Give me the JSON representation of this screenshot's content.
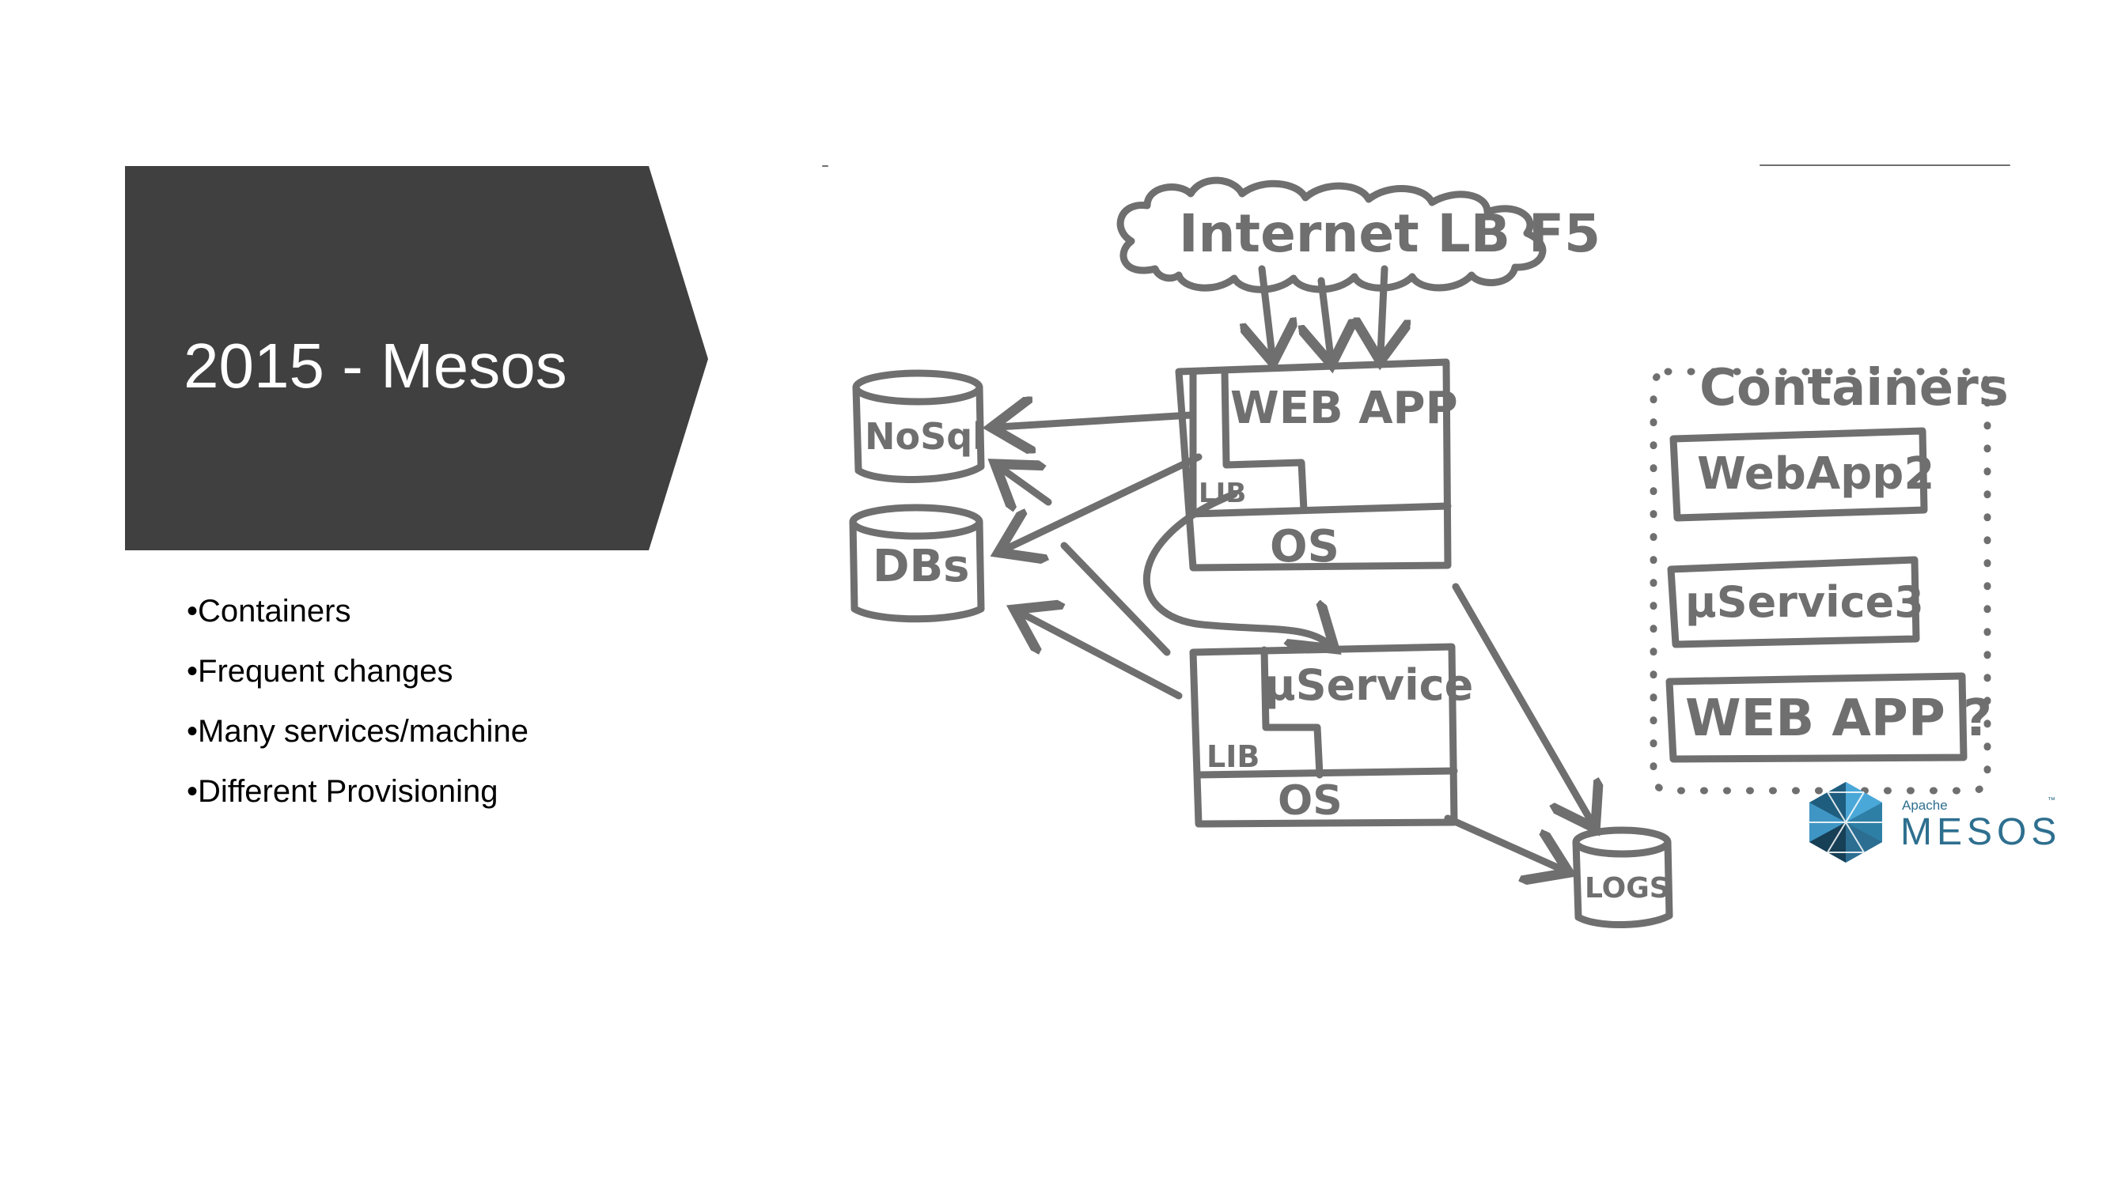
{
  "slide": {
    "title": "2015 - Mesos",
    "bullets": [
      "•Containers",
      "•Frequent changes",
      "•Many services/machine",
      "•Different Provisioning"
    ]
  },
  "diagram": {
    "cloud_label": "Internet LB F5",
    "web_app": {
      "label": "WEB APP",
      "lib": "LIB",
      "os": "OS"
    },
    "micro_service": {
      "label": "μService",
      "lib": "LIB",
      "os": "OS"
    },
    "nosql": "NoSql",
    "dbs": "DBs",
    "logs": "LOGS",
    "containers": {
      "heading": "Containers",
      "items": [
        "WebApp2",
        "μService3",
        "WEB APP ?"
      ]
    }
  },
  "logo": {
    "small": "Apache",
    "big": "MESOS",
    "tm": "™"
  },
  "colors": {
    "banner": "#404040",
    "sketch": "#6f6f6f",
    "mesos_blue": "#2e6f8f"
  }
}
